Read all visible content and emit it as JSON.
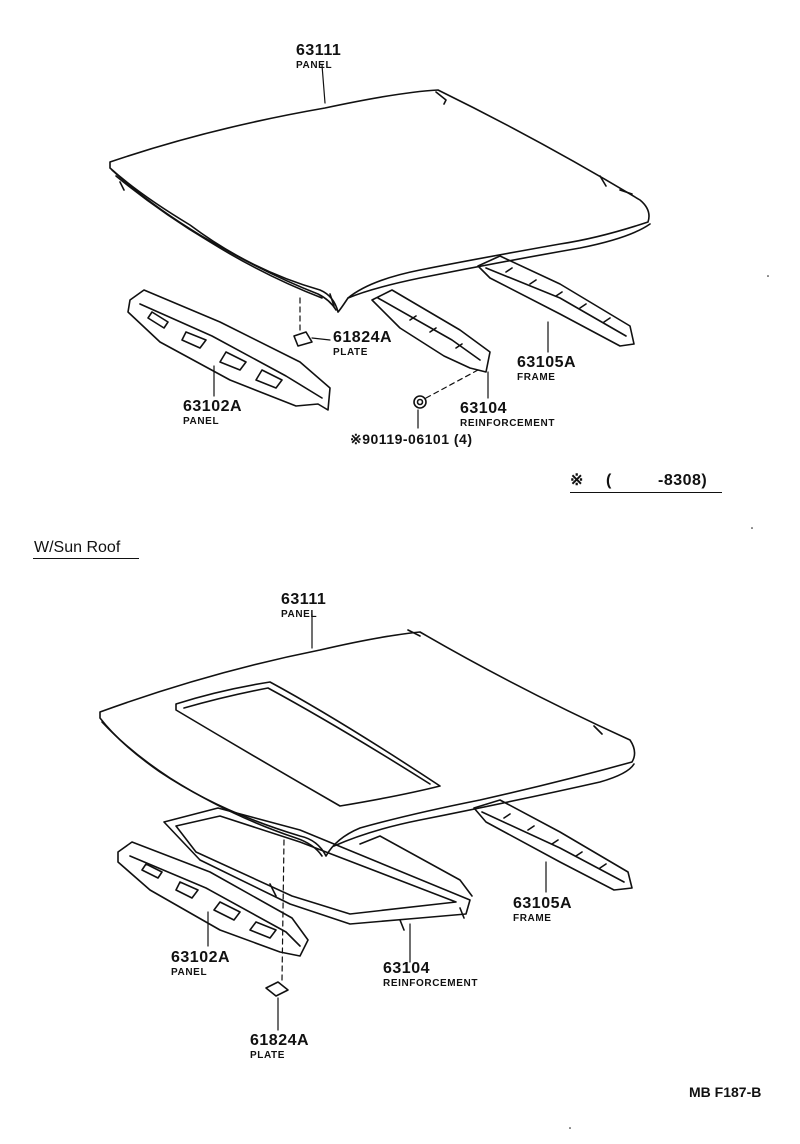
{
  "diagram1": {
    "panel": {
      "number": "63111",
      "name": "PANEL"
    },
    "plate": {
      "number": "61824A",
      "name": "PLATE"
    },
    "front_panel": {
      "number": "63102A",
      "name": "PANEL"
    },
    "frame": {
      "number": "63105A",
      "name": "FRAME"
    },
    "reinforcement": {
      "number": "63104",
      "name": "REINFORCEMENT"
    },
    "bolt": {
      "number": "※90119-06101 (4)"
    },
    "note": {
      "symbol": "※",
      "open": "(",
      "range": "-8308)"
    }
  },
  "section_title": "W/Sun Roof",
  "diagram2": {
    "panel": {
      "number": "63111",
      "name": "PANEL"
    },
    "frame": {
      "number": "63105A",
      "name": "FRAME"
    },
    "front_panel": {
      "number": "63102A",
      "name": "PANEL"
    },
    "reinforcement": {
      "number": "63104",
      "name": "REINFORCEMENT"
    },
    "plate": {
      "number": "61824A",
      "name": "PLATE"
    }
  },
  "figure_code": "MB F187-B"
}
